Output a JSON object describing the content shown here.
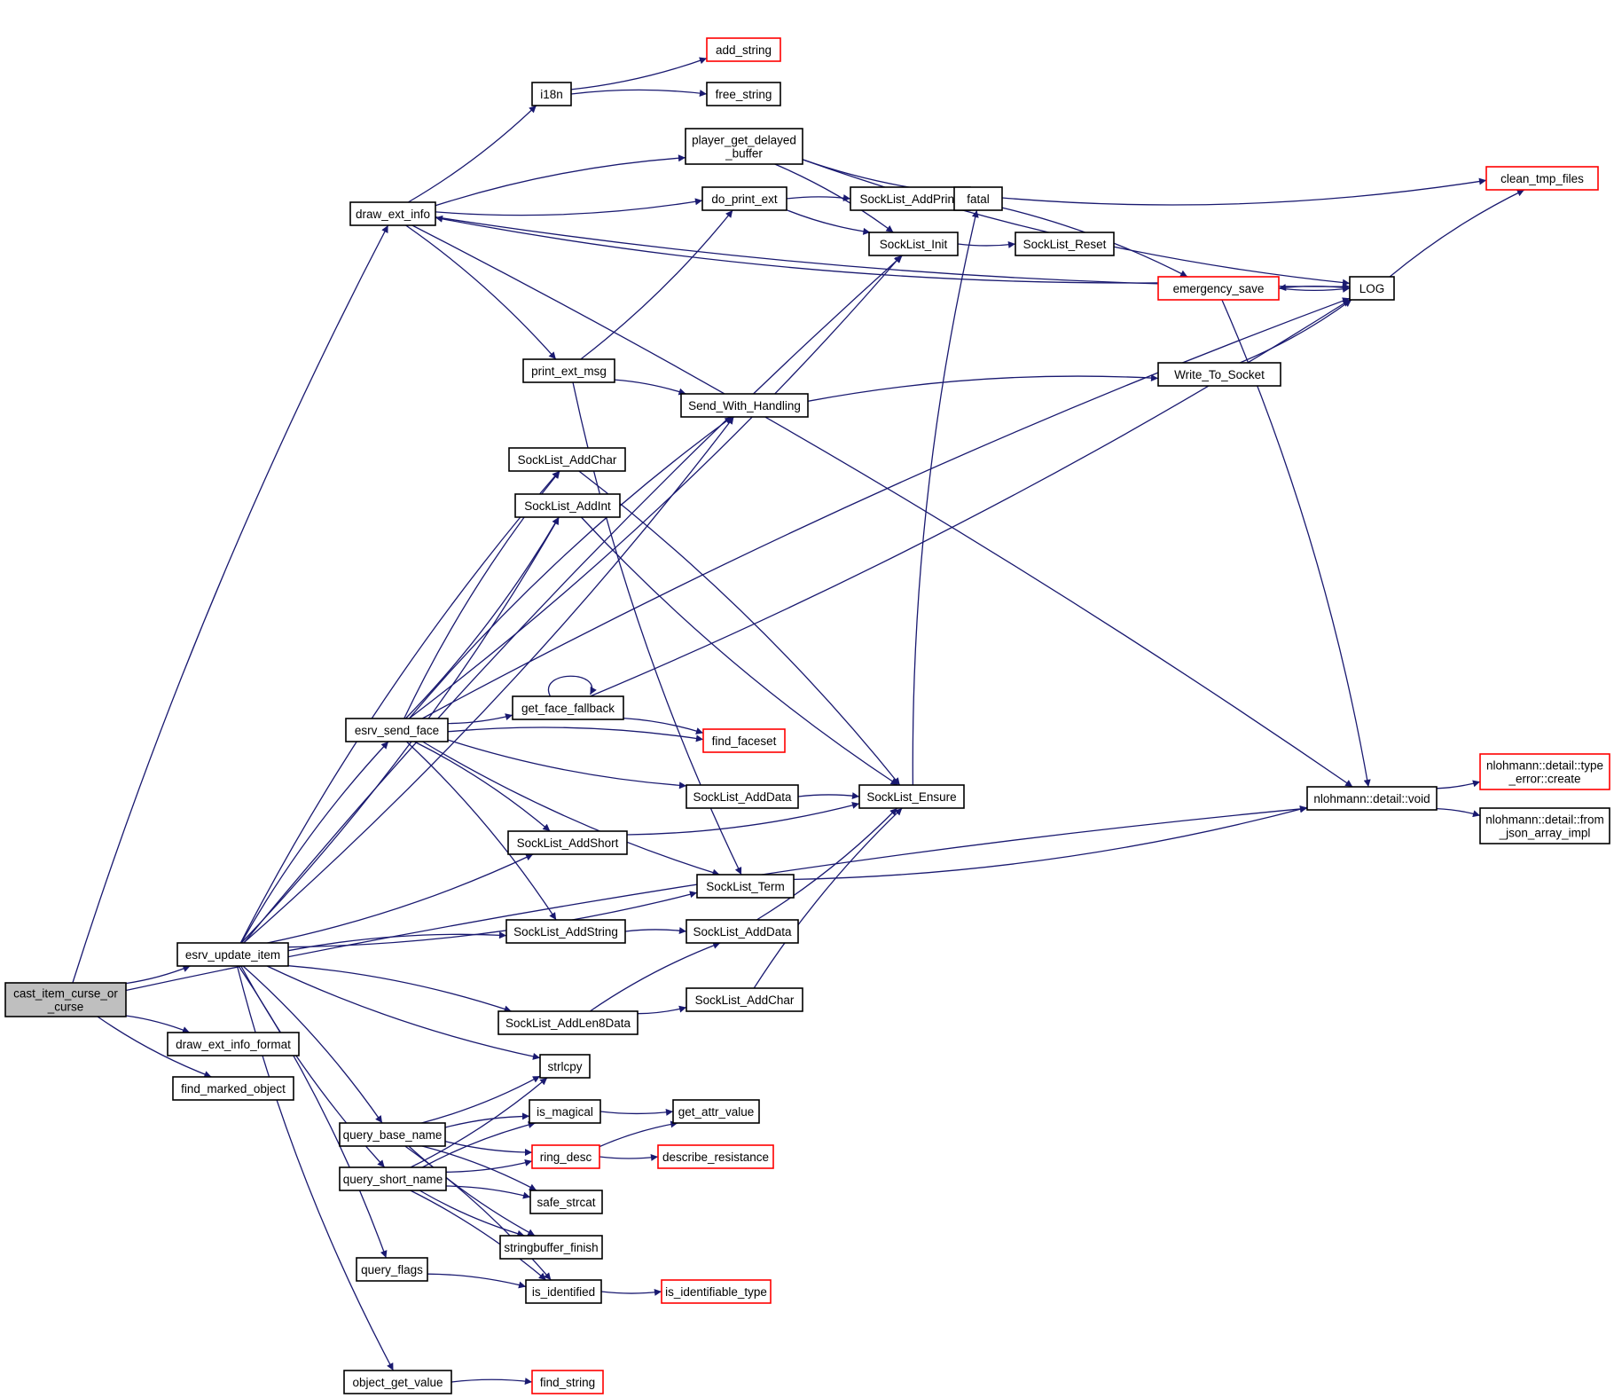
{
  "graph": {
    "title": "call graph of cast_item_curse_or_curse",
    "colors": {
      "edge": "#191970",
      "root_fill": "#bfbfbf",
      "border": "#000000",
      "truncated_border": "#ff0000"
    },
    "nodes": [
      {
        "id": "cast_item_curse_or_curse",
        "lines": [
          "cast_item_curse_or",
          "_curse"
        ],
        "kind": "root"
      },
      {
        "id": "draw_ext_info",
        "lines": [
          "draw_ext_info"
        ],
        "kind": "normal"
      },
      {
        "id": "esrv_update_item",
        "lines": [
          "esrv_update_item"
        ],
        "kind": "normal"
      },
      {
        "id": "draw_ext_info_format",
        "lines": [
          "draw_ext_info_format"
        ],
        "kind": "normal"
      },
      {
        "id": "find_marked_object",
        "lines": [
          "find_marked_object"
        ],
        "kind": "normal"
      },
      {
        "id": "i18n",
        "lines": [
          "i18n"
        ],
        "kind": "normal"
      },
      {
        "id": "add_string",
        "lines": [
          "add_string"
        ],
        "kind": "truncated"
      },
      {
        "id": "free_string",
        "lines": [
          "free_string"
        ],
        "kind": "normal"
      },
      {
        "id": "player_get_delayed_buffer",
        "lines": [
          "player_get_delayed",
          "_buffer"
        ],
        "kind": "normal"
      },
      {
        "id": "do_print_ext",
        "lines": [
          "do_print_ext"
        ],
        "kind": "normal"
      },
      {
        "id": "SockList_AddPrintf",
        "lines": [
          "SockList_AddPrintf"
        ],
        "kind": "normal"
      },
      {
        "id": "fatal",
        "lines": [
          "fatal"
        ],
        "kind": "normal"
      },
      {
        "id": "clean_tmp_files",
        "lines": [
          "clean_tmp_files"
        ],
        "kind": "truncated"
      },
      {
        "id": "SockList_Init",
        "lines": [
          "SockList_Init"
        ],
        "kind": "normal"
      },
      {
        "id": "SockList_Reset",
        "lines": [
          "SockList_Reset"
        ],
        "kind": "normal"
      },
      {
        "id": "emergency_save",
        "lines": [
          "emergency_save"
        ],
        "kind": "truncated"
      },
      {
        "id": "LOG",
        "lines": [
          "LOG"
        ],
        "kind": "normal"
      },
      {
        "id": "print_ext_msg",
        "lines": [
          "print_ext_msg"
        ],
        "kind": "normal"
      },
      {
        "id": "Send_With_Handling",
        "lines": [
          "Send_With_Handling"
        ],
        "kind": "normal"
      },
      {
        "id": "Write_To_Socket",
        "lines": [
          "Write_To_Socket"
        ],
        "kind": "normal"
      },
      {
        "id": "SockList_AddChar_1",
        "lines": [
          "SockList_AddChar"
        ],
        "kind": "normal"
      },
      {
        "id": "SockList_AddInt",
        "lines": [
          "SockList_AddInt"
        ],
        "kind": "normal"
      },
      {
        "id": "get_face_fallback",
        "lines": [
          "get_face_fallback"
        ],
        "kind": "normal"
      },
      {
        "id": "esrv_send_face",
        "lines": [
          "esrv_send_face"
        ],
        "kind": "normal"
      },
      {
        "id": "find_faceset",
        "lines": [
          "find_faceset"
        ],
        "kind": "truncated"
      },
      {
        "id": "SockList_AddData_1",
        "lines": [
          "SockList_AddData"
        ],
        "kind": "normal"
      },
      {
        "id": "SockList_Ensure",
        "lines": [
          "SockList_Ensure"
        ],
        "kind": "normal"
      },
      {
        "id": "nlohmann_void",
        "lines": [
          "nlohmann::detail::void"
        ],
        "kind": "normal"
      },
      {
        "id": "nlohmann_type_error",
        "lines": [
          "nlohmann::detail::type",
          "_error::create"
        ],
        "kind": "truncated"
      },
      {
        "id": "nlohmann_from_json",
        "lines": [
          "nlohmann::detail::from",
          "_json_array_impl"
        ],
        "kind": "normal"
      },
      {
        "id": "SockList_AddShort",
        "lines": [
          "SockList_AddShort"
        ],
        "kind": "normal"
      },
      {
        "id": "SockList_Term",
        "lines": [
          "SockList_Term"
        ],
        "kind": "normal"
      },
      {
        "id": "SockList_AddString",
        "lines": [
          "SockList_AddString"
        ],
        "kind": "normal"
      },
      {
        "id": "SockList_AddData_2",
        "lines": [
          "SockList_AddData"
        ],
        "kind": "normal"
      },
      {
        "id": "SockList_AddLen8Data",
        "lines": [
          "SockList_AddLen8Data"
        ],
        "kind": "normal"
      },
      {
        "id": "SockList_AddChar_2",
        "lines": [
          "SockList_AddChar"
        ],
        "kind": "normal"
      },
      {
        "id": "strlcpy",
        "lines": [
          "strlcpy"
        ],
        "kind": "normal"
      },
      {
        "id": "query_base_name",
        "lines": [
          "query_base_name"
        ],
        "kind": "normal"
      },
      {
        "id": "is_magical",
        "lines": [
          "is_magical"
        ],
        "kind": "normal"
      },
      {
        "id": "get_attr_value",
        "lines": [
          "get_attr_value"
        ],
        "kind": "normal"
      },
      {
        "id": "ring_desc",
        "lines": [
          "ring_desc"
        ],
        "kind": "truncated"
      },
      {
        "id": "describe_resistance",
        "lines": [
          "describe_resistance"
        ],
        "kind": "truncated"
      },
      {
        "id": "query_short_name",
        "lines": [
          "query_short_name"
        ],
        "kind": "normal"
      },
      {
        "id": "safe_strcat",
        "lines": [
          "safe_strcat"
        ],
        "kind": "normal"
      },
      {
        "id": "stringbuffer_finish",
        "lines": [
          "stringbuffer_finish"
        ],
        "kind": "normal"
      },
      {
        "id": "query_flags",
        "lines": [
          "query_flags"
        ],
        "kind": "normal"
      },
      {
        "id": "is_identified",
        "lines": [
          "is_identified"
        ],
        "kind": "normal"
      },
      {
        "id": "is_identifiable_type",
        "lines": [
          "is_identifiable_type"
        ],
        "kind": "truncated"
      },
      {
        "id": "object_get_value",
        "lines": [
          "object_get_value"
        ],
        "kind": "normal"
      },
      {
        "id": "find_string",
        "lines": [
          "find_string"
        ],
        "kind": "truncated"
      }
    ],
    "edges": [
      [
        "cast_item_curse_or_curse",
        "draw_ext_info"
      ],
      [
        "cast_item_curse_or_curse",
        "esrv_update_item"
      ],
      [
        "cast_item_curse_or_curse",
        "draw_ext_info_format"
      ],
      [
        "cast_item_curse_or_curse",
        "find_marked_object"
      ],
      [
        "cast_item_curse_or_curse",
        "nlohmann_void"
      ],
      [
        "draw_ext_info",
        "i18n"
      ],
      [
        "draw_ext_info",
        "player_get_delayed_buffer"
      ],
      [
        "draw_ext_info",
        "do_print_ext"
      ],
      [
        "draw_ext_info",
        "print_ext_msg"
      ],
      [
        "draw_ext_info",
        "LOG"
      ],
      [
        "draw_ext_info",
        "nlohmann_void"
      ],
      [
        "i18n",
        "add_string"
      ],
      [
        "i18n",
        "free_string"
      ],
      [
        "player_get_delayed_buffer",
        "fatal"
      ],
      [
        "player_get_delayed_buffer",
        "SockList_Init"
      ],
      [
        "player_get_delayed_buffer",
        "LOG"
      ],
      [
        "do_print_ext",
        "SockList_AddPrintf"
      ],
      [
        "do_print_ext",
        "SockList_Init"
      ],
      [
        "SockList_AddPrintf",
        "fatal"
      ],
      [
        "fatal",
        "clean_tmp_files"
      ],
      [
        "fatal",
        "emergency_save"
      ],
      [
        "SockList_Init",
        "SockList_Reset"
      ],
      [
        "emergency_save",
        "draw_ext_info"
      ],
      [
        "emergency_save",
        "LOG"
      ],
      [
        "emergency_save",
        "nlohmann_void"
      ],
      [
        "LOG",
        "emergency_save"
      ],
      [
        "LOG",
        "clean_tmp_files"
      ],
      [
        "print_ext_msg",
        "do_print_ext"
      ],
      [
        "print_ext_msg",
        "Send_With_Handling"
      ],
      [
        "print_ext_msg",
        "SockList_Term"
      ],
      [
        "Send_With_Handling",
        "Write_To_Socket"
      ],
      [
        "Write_To_Socket",
        "LOG"
      ],
      [
        "esrv_update_item",
        "SockList_Init"
      ],
      [
        "esrv_update_item",
        "Send_With_Handling"
      ],
      [
        "esrv_update_item",
        "SockList_AddChar_1"
      ],
      [
        "esrv_update_item",
        "SockList_AddInt"
      ],
      [
        "esrv_update_item",
        "esrv_send_face"
      ],
      [
        "esrv_update_item",
        "SockList_AddShort"
      ],
      [
        "esrv_update_item",
        "SockList_AddString"
      ],
      [
        "esrv_update_item",
        "SockList_Term"
      ],
      [
        "esrv_update_item",
        "SockList_AddLen8Data"
      ],
      [
        "esrv_update_item",
        "strlcpy"
      ],
      [
        "esrv_update_item",
        "query_base_name"
      ],
      [
        "esrv_update_item",
        "query_short_name"
      ],
      [
        "esrv_update_item",
        "query_flags"
      ],
      [
        "esrv_update_item",
        "object_get_value"
      ],
      [
        "esrv_send_face",
        "SockList_AddChar_1"
      ],
      [
        "esrv_send_face",
        "SockList_AddInt"
      ],
      [
        "esrv_send_face",
        "Send_With_Handling"
      ],
      [
        "esrv_send_face",
        "SockList_Init"
      ],
      [
        "esrv_send_face",
        "LOG"
      ],
      [
        "esrv_send_face",
        "get_face_fallback"
      ],
      [
        "esrv_send_face",
        "find_faceset"
      ],
      [
        "esrv_send_face",
        "SockList_AddData_1"
      ],
      [
        "esrv_send_face",
        "SockList_AddShort"
      ],
      [
        "esrv_send_face",
        "SockList_Term"
      ],
      [
        "esrv_send_face",
        "SockList_AddString"
      ],
      [
        "get_face_fallback",
        "get_face_fallback"
      ],
      [
        "get_face_fallback",
        "find_faceset"
      ],
      [
        "get_face_fallback",
        "LOG"
      ],
      [
        "SockList_AddChar_1",
        "SockList_Ensure"
      ],
      [
        "SockList_AddInt",
        "SockList_Ensure"
      ],
      [
        "SockList_AddData_1",
        "SockList_Ensure"
      ],
      [
        "SockList_AddShort",
        "SockList_Ensure"
      ],
      [
        "SockList_Ensure",
        "fatal"
      ],
      [
        "SockList_Term",
        "nlohmann_void"
      ],
      [
        "SockList_AddString",
        "SockList_AddData_2"
      ],
      [
        "SockList_AddData_2",
        "SockList_Ensure"
      ],
      [
        "SockList_AddLen8Data",
        "SockList_AddData_2"
      ],
      [
        "SockList_AddLen8Data",
        "SockList_AddChar_2"
      ],
      [
        "SockList_AddChar_2",
        "SockList_Ensure"
      ],
      [
        "nlohmann_void",
        "nlohmann_type_error"
      ],
      [
        "nlohmann_void",
        "nlohmann_from_json"
      ],
      [
        "query_base_name",
        "strlcpy"
      ],
      [
        "query_base_name",
        "is_magical"
      ],
      [
        "query_base_name",
        "ring_desc"
      ],
      [
        "query_base_name",
        "safe_strcat"
      ],
      [
        "query_base_name",
        "stringbuffer_finish"
      ],
      [
        "query_base_name",
        "is_identified"
      ],
      [
        "query_short_name",
        "strlcpy"
      ],
      [
        "query_short_name",
        "is_magical"
      ],
      [
        "query_short_name",
        "ring_desc"
      ],
      [
        "query_short_name",
        "safe_strcat"
      ],
      [
        "query_short_name",
        "stringbuffer_finish"
      ],
      [
        "query_short_name",
        "is_identified"
      ],
      [
        "is_magical",
        "get_attr_value"
      ],
      [
        "ring_desc",
        "get_attr_value"
      ],
      [
        "ring_desc",
        "describe_resistance"
      ],
      [
        "query_flags",
        "is_identified"
      ],
      [
        "is_identified",
        "is_identifiable_type"
      ],
      [
        "object_get_value",
        "find_string"
      ]
    ]
  }
}
